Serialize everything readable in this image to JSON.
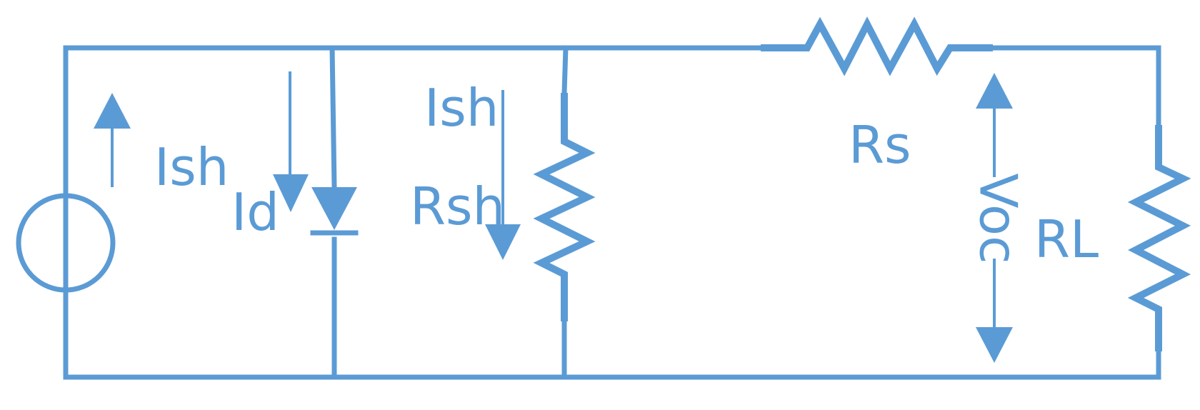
{
  "labels": {
    "source_current": "Ish",
    "diode_current": "Id",
    "shunt_current": "Ish",
    "shunt_resistor": "Rsh",
    "series_resistor": "Rs",
    "open_circuit_voltage": "Voc",
    "load_resistor": "RL"
  },
  "colors": {
    "line": "#5b9bd5",
    "background": "#ffffff"
  }
}
